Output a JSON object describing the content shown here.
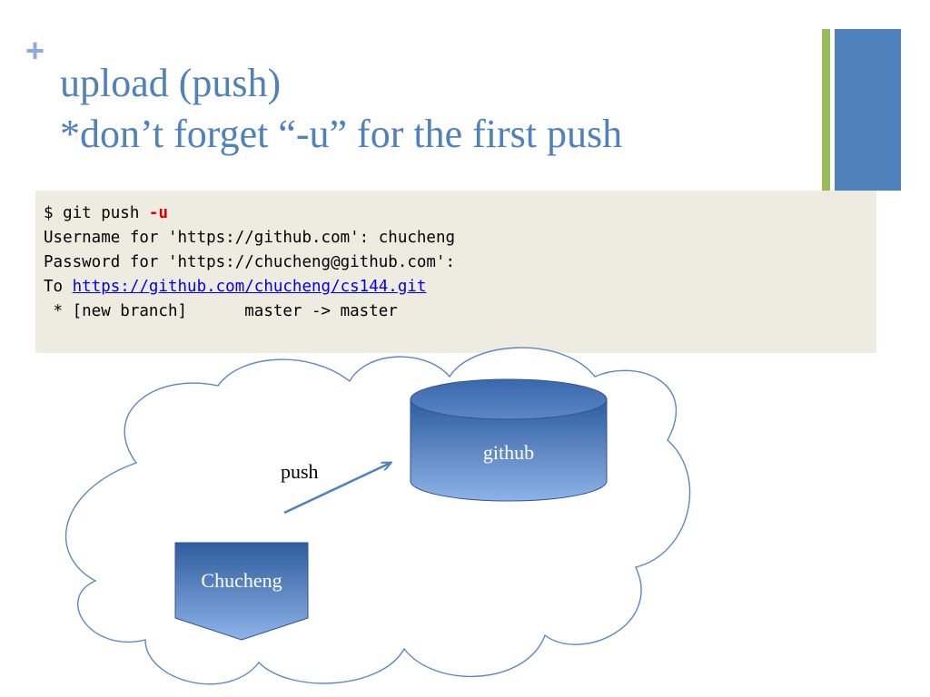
{
  "slide": {
    "title_line1": "upload (push)",
    "title_line2": "*don’t forget “-u” for the first push",
    "plus_symbol": "+"
  },
  "terminal": {
    "line1_prompt": "$ git push ",
    "line1_flag": "-u",
    "line2": "Username for 'https://github.com': chucheng",
    "line3": "Password for 'https://chucheng@github.com':",
    "line4_prefix": "To ",
    "line4_link": "https://github.com/chucheng/cs144.git",
    "line5": " * [new branch]      master -> master"
  },
  "diagram": {
    "arrow_label": "push",
    "remote_label": "github",
    "local_label": "Chucheng"
  },
  "colors": {
    "title": "#4f81bd",
    "accent_green": "#9bbb59",
    "accent_blue": "#4f81bd",
    "code_background": "#eeece1",
    "flag": "#e00000"
  }
}
